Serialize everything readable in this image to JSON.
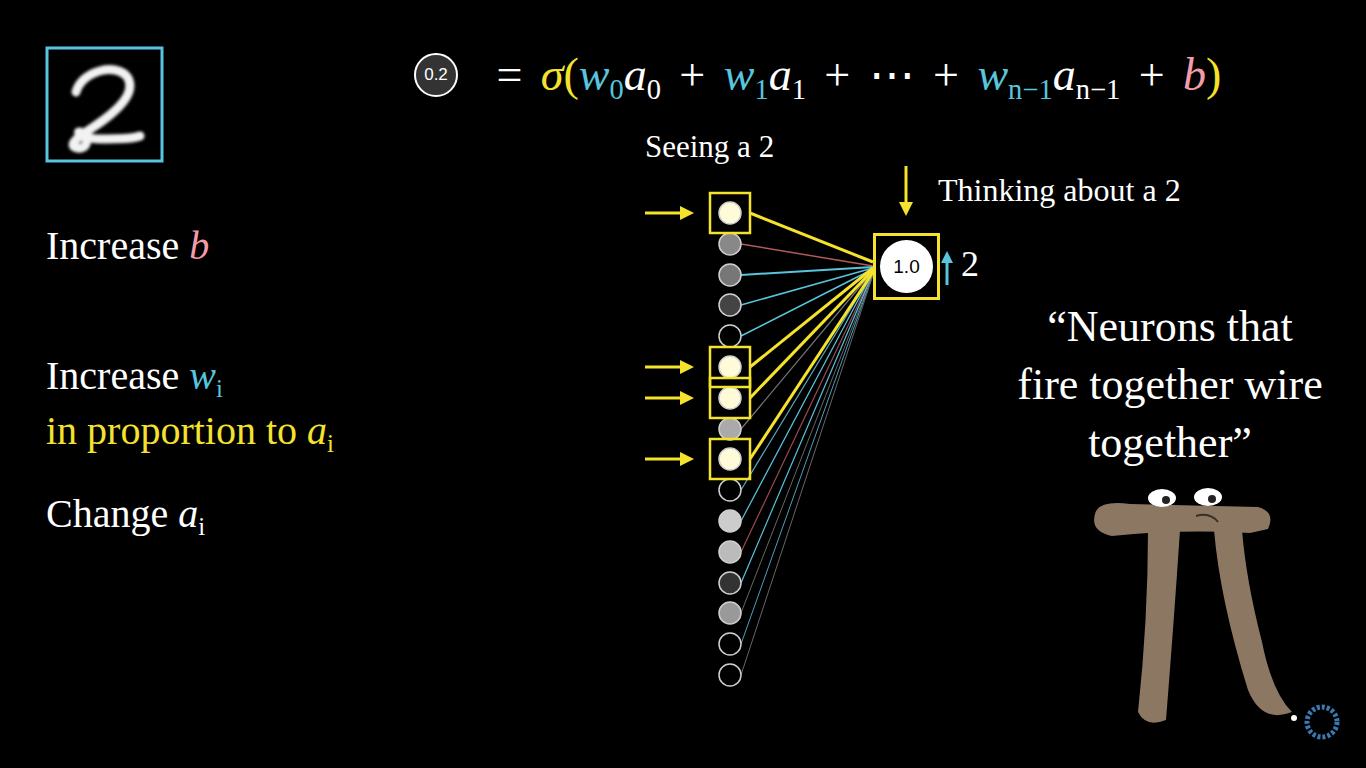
{
  "diagram": {
    "nodes": [
      {
        "text": [
          "0.2"
        ]
      },
      {
        "text": [
          "1.0"
        ]
      }
    ],
    "labels": [
      "=",
      "σ",
      "(",
      "w",
      "0",
      "a",
      "0",
      "+",
      "w",
      "1",
      "a",
      "1",
      "+",
      "⋯",
      "+",
      "w",
      "n−1",
      "a",
      "n−1",
      "+",
      "b",
      ")",
      "Seeing a 2",
      "Thinking about a 2",
      "2",
      "Increase",
      "b",
      "Increase",
      "w",
      "i",
      "in proportion to",
      "a",
      "i",
      "Change",
      "a",
      "i",
      "“Neurons that fire together wire together”"
    ]
  }
}
